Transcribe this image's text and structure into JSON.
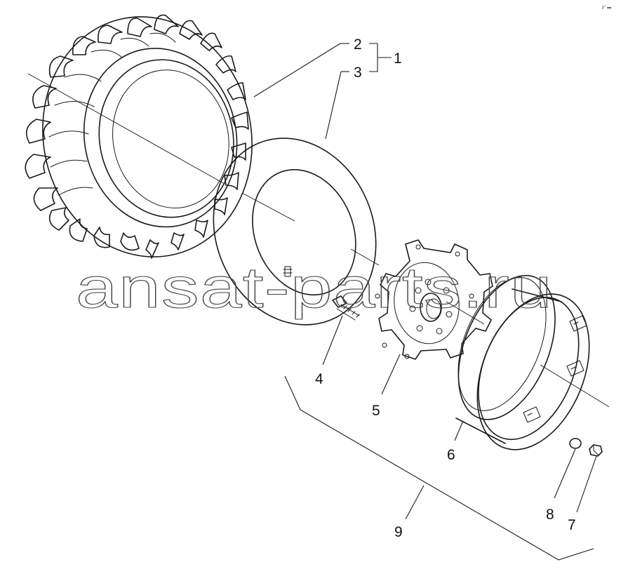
{
  "callouts": {
    "c1": "1",
    "c2": "2",
    "c3": "3",
    "c4": "4",
    "c5": "5",
    "c6": "6",
    "c7": "7",
    "c8": "8",
    "c9": "9"
  },
  "watermark": "ansat-parts.ru",
  "corner_mark": "p\" ▬"
}
